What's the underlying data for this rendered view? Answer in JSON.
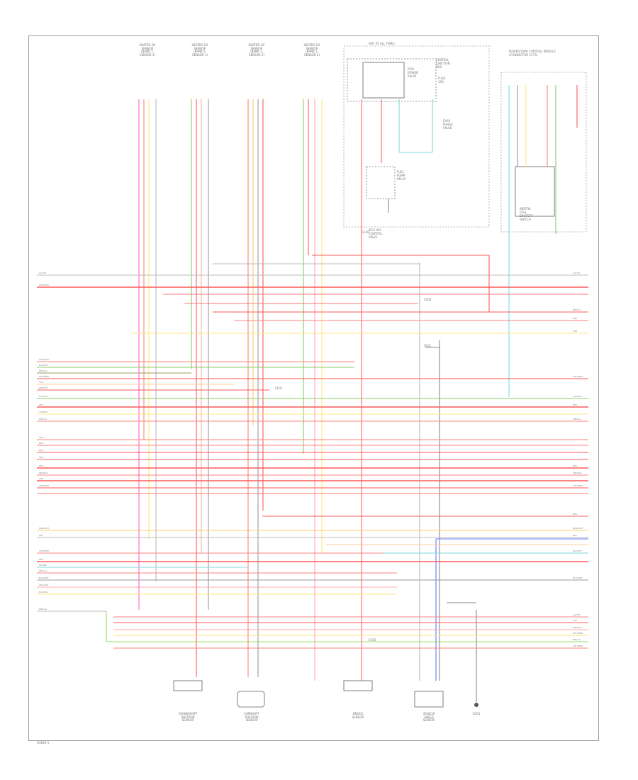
{
  "page_code": "G9843-1",
  "components": {
    "hot_at_all_times": "HOT AT ALL TIMES",
    "pcm_power_relay": "PCM\nPOWER\nRELAY",
    "central_junction_box_label": "CENTRAL\nJUNCTION\nBOX",
    "fuse_label": "FUSE\n15A",
    "heated_o2_1": "HEATED O2\nSENSOR\n(BANK 1,\nSENSOR 1)",
    "heated_o2_2": "HEATED O2\nSENSOR\n(BANK 2,\nSENSOR 1)",
    "heated_o2_3": "HEATED O2\nSENSOR\n(BANK 1,\nSENSOR 2)",
    "heated_o2_4": "HEATED O2\nSENSOR\n(BANK 2,\nSENSOR 2)",
    "idle_air_control": "IDLE AIR\nCONTROL\nVALVE",
    "evap_purge": "EVAP\nPURGE\nVALVE",
    "fuel_pump_relay": "FUEL\nPUMP\nRELAY",
    "inertia_switch": "INERTIA\nFUEL\nSHUTOFF\nSWITCH",
    "ground_g": "G100",
    "splice_1": "S100",
    "splice_2": "S101",
    "splice_3": "S102",
    "splice_4": "S103",
    "crankshaft_sensor": "CRANKSHAFT\nPOSITION\nSENSOR",
    "camshaft_sensor": "CAMSHAFT\nPOSITION\nSENSOR",
    "knock_sensor": "KNOCK\nSENSOR",
    "vehicle_speed_sensor": "VEHICLE\nSPEED\nSENSOR",
    "ground_bottom": "G101",
    "right_connector_title": "POWERTRAIN CONTROL MODULE\n(CONNECTOR C175)"
  },
  "wires": {
    "lg_yel": "LG/YEL",
    "dg_wht": "DG/WHT",
    "red_lg": "RED/LG",
    "yel_blk": "YEL/BLK",
    "tan": "TAN",
    "red": "RED",
    "pnk_blk": "PNK/BLK",
    "wht_red": "WHT/RED",
    "brn_wht": "BRN/WHT",
    "gry": "GRY",
    "blk_wht": "BLK/WHT",
    "org_yel": "ORG/YEL",
    "lb_red": "LB/RED",
    "dg_org": "DG/ORG",
    "pnk_lg": "PNK/LG"
  }
}
